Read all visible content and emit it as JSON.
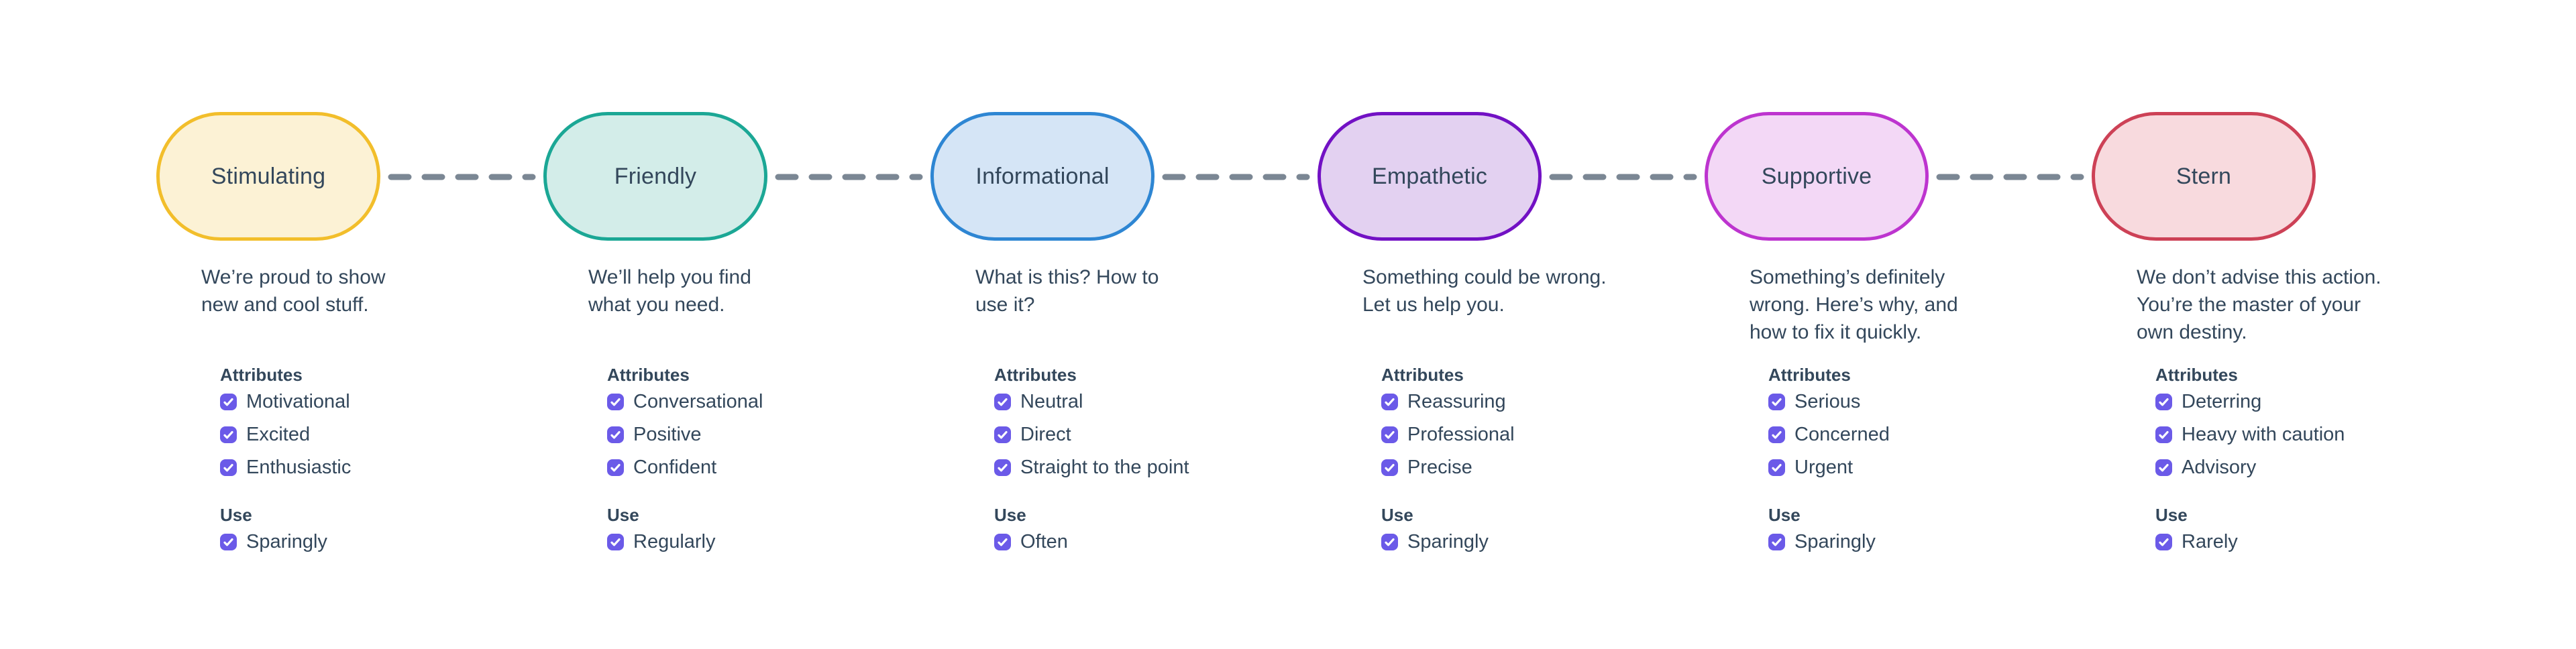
{
  "diagram": {
    "title_hint": "tone-of-voice spectrum",
    "text_color": "#33475B",
    "checkbox_color": "#6B5AE8",
    "connector_color": "#7B8794",
    "section_labels": {
      "attributes": "Attributes",
      "use": "Use"
    },
    "stages": [
      {
        "label": "Stimulating",
        "border_color": "#F2BE2B",
        "fill_color": "#FCF2D5",
        "description": "We’re proud to show\nnew and cool stuff.",
        "attributes": [
          "Motivational",
          "Excited",
          "Enthusiastic"
        ],
        "use": "Sparingly"
      },
      {
        "label": "Friendly",
        "border_color": "#1BA795",
        "fill_color": "#D3EDE9",
        "description": "We’ll help you find\nwhat you need.",
        "attributes": [
          "Conversational",
          "Positive",
          "Confident"
        ],
        "use": "Regularly"
      },
      {
        "label": "Informational",
        "border_color": "#2E86D3",
        "fill_color": "#D5E5F6",
        "description": "What is this? How to\nuse it?",
        "attributes": [
          "Neutral",
          "Direct",
          "Straight to the point"
        ],
        "use": "Often"
      },
      {
        "label": "Empathetic",
        "border_color": "#7211C4",
        "fill_color": "#E3D1F1",
        "description": "Something could be wrong.\nLet us help you.",
        "attributes": [
          "Reassuring",
          "Professional",
          "Precise"
        ],
        "use": "Sparingly"
      },
      {
        "label": "Supportive",
        "border_color": "#BD34CF",
        "fill_color": "#F3D8F6",
        "description": "Something’s definitely\nwrong. Here’s why, and\nhow to fix it quickly.",
        "attributes": [
          "Serious",
          "Concerned",
          "Urgent"
        ],
        "use": "Sparingly"
      },
      {
        "label": "Stern",
        "border_color": "#CD4156",
        "fill_color": "#F8DADE",
        "description": "We don’t advise this action.\nYou’re the master of your\nown destiny.",
        "attributes": [
          "Deterring",
          "Heavy with caution",
          "Advisory"
        ],
        "use": "Rarely"
      }
    ]
  }
}
